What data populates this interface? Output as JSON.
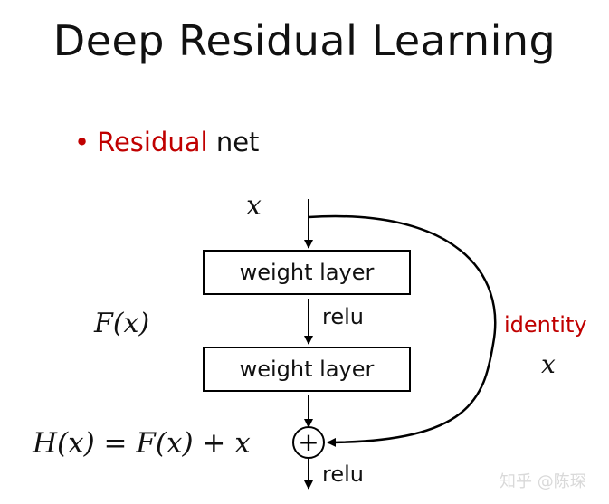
{
  "title": "Deep Residual Learning",
  "bullet": {
    "dot": "•",
    "highlight": "Residual",
    "rest": "net"
  },
  "diagram": {
    "input_label": "x",
    "layer1_label": "weight layer",
    "layer2_label": "weight layer",
    "relu_mid": "relu",
    "relu_out": "relu",
    "residual_label": "F(x)",
    "identity_label": "identity",
    "identity_var": "x",
    "sum_equation": "H(x) = F(x) + x",
    "plus_symbol": "+"
  },
  "watermark": "知乎 @陈琛",
  "colors": {
    "accent": "#c00000",
    "text": "#111111"
  }
}
